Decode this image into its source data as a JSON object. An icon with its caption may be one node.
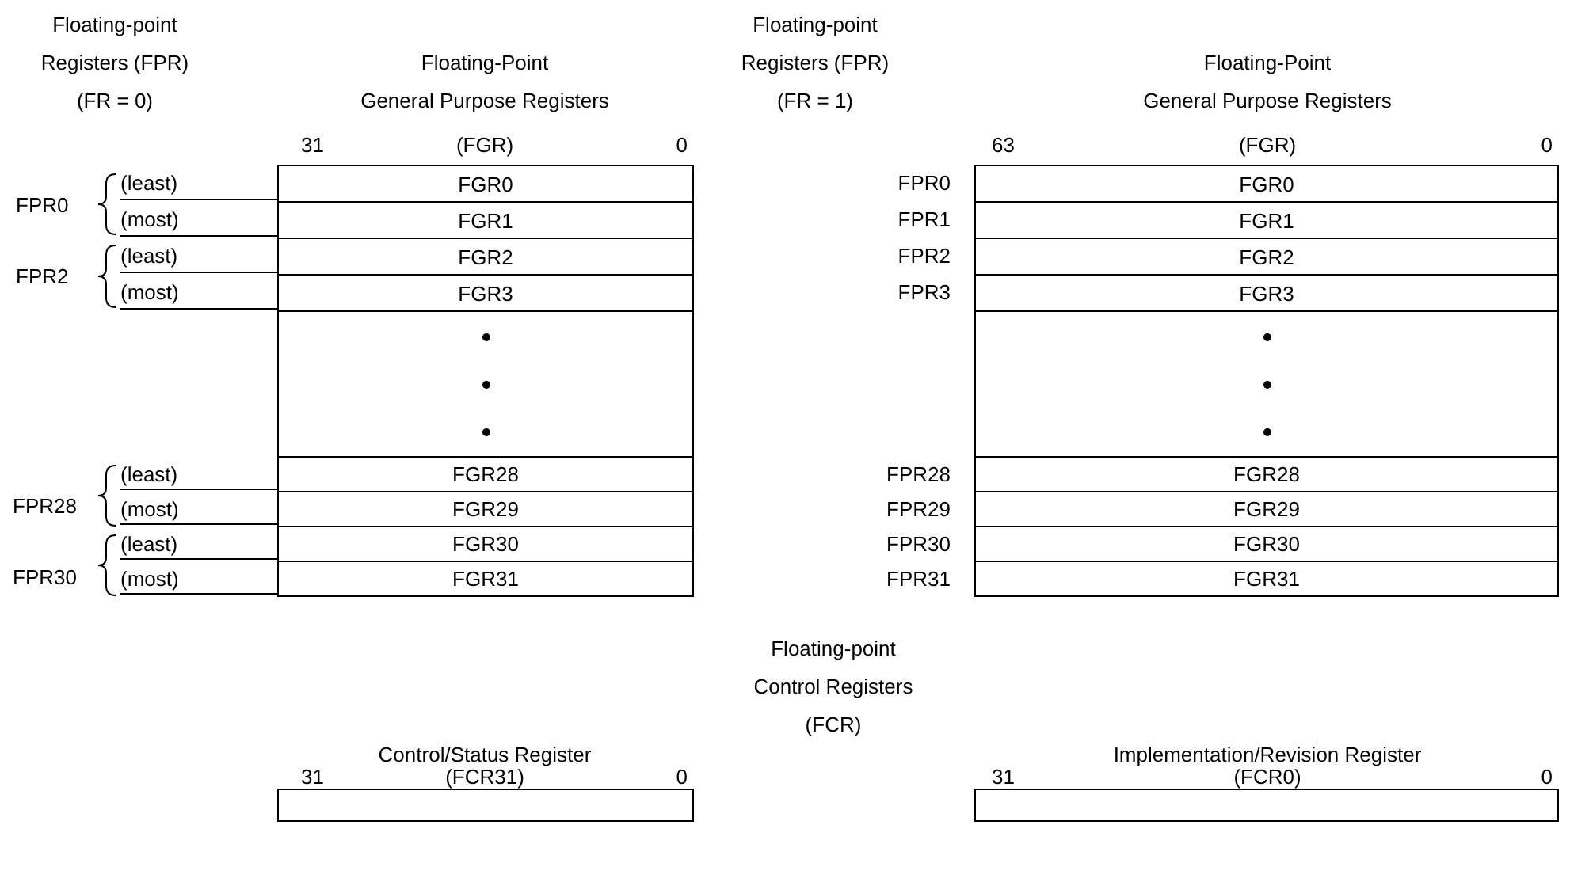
{
  "diagram": {
    "nodes": [
      {
        "text": [
          "FGR0"
        ]
      },
      {
        "text": [
          "FGR1"
        ]
      },
      {
        "text": [
          "FGR2"
        ]
      },
      {
        "text": [
          "FGR3"
        ]
      },
      {
        "text": [],
        "shape": "box"
      },
      {
        "text": [
          "FGR28"
        ]
      },
      {
        "text": [
          "FGR29"
        ]
      },
      {
        "text": [
          "FGR30"
        ]
      },
      {
        "text": [
          "FGR31"
        ]
      },
      {
        "text": [
          "FGR0"
        ]
      },
      {
        "text": [
          "FGR1"
        ]
      },
      {
        "text": [
          "FGR2"
        ]
      },
      {
        "text": [
          "FGR3"
        ]
      },
      {
        "text": [],
        "shape": "box"
      },
      {
        "text": [
          "FGR28"
        ]
      },
      {
        "text": [
          "FGR29"
        ]
      },
      {
        "text": [
          "FGR30"
        ]
      },
      {
        "text": [
          "FGR31"
        ]
      },
      {
        "text": [],
        "shape": "box"
      },
      {
        "text": [],
        "shape": "box"
      },
      {
        "text": [
          "(least)"
        ]
      },
      {
        "text": [
          "(most)"
        ]
      },
      {
        "text": [
          "(least)"
        ]
      },
      {
        "text": [
          "(most)"
        ]
      },
      {
        "text": [
          "(least)"
        ]
      },
      {
        "text": [
          "(most)"
        ]
      },
      {
        "text": [
          "(least)"
        ]
      },
      {
        "text": [
          "(most)"
        ]
      }
    ],
    "edges": [
      {
        "from": 20,
        "to": 0,
        "arrow": "none"
      },
      {
        "from": 21,
        "to": 1,
        "arrow": "none"
      },
      {
        "from": 22,
        "to": 2,
        "arrow": "none"
      },
      {
        "from": 23,
        "to": 3,
        "arrow": "none"
      },
      {
        "from": 24,
        "to": 5,
        "arrow": "none"
      },
      {
        "from": 25,
        "to": 6,
        "arrow": "none"
      },
      {
        "from": 26,
        "to": 7,
        "arrow": "none"
      },
      {
        "from": 27,
        "to": 8,
        "arrow": "none"
      }
    ],
    "labels": [
      "Floating-point Registers (FPR) (FR = 0)",
      "Floating-Point General Purpose Registers",
      "Floating-point Registers (FPR) (FR = 1)",
      "Floating-Point General Purpose Registers",
      "31",
      "(FGR)",
      "0",
      "63",
      "(FGR)",
      "0",
      "FPR0",
      "FPR2",
      "FPR28",
      "FPR30",
      "FPR0",
      "FPR1",
      "FPR2",
      "FPR3",
      "FPR28",
      "FPR29",
      "FPR30",
      "FPR31",
      "Floating-point Control Registers (FCR)",
      "Control/Status Register",
      "Implementation/Revision Register",
      "31",
      "(FCR31)",
      "0",
      "31",
      "(FCR0)",
      "0"
    ]
  }
}
